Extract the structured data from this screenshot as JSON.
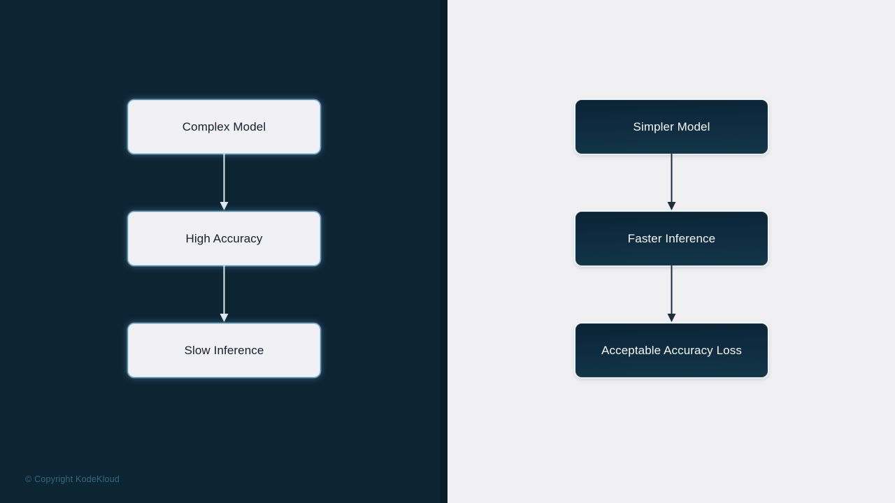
{
  "slide": {
    "background_left_color": "#0d2433",
    "background_right_color": "#f0eff2",
    "divider_color": "#0a1c28"
  },
  "left_panel": {
    "theme": "dark",
    "node_fill": "#f1f0f4",
    "node_text_color": "#18212b",
    "node_glow_color": "#b9ddf2",
    "arrow_color": "#dbe9f2",
    "nodes": [
      {
        "label": "Complex Model"
      },
      {
        "label": "High Accuracy"
      },
      {
        "label": "Slow Inference"
      }
    ],
    "connectors": [
      {
        "from": "Complex Model",
        "to": "High Accuracy",
        "icon": "down-arrow-icon"
      },
      {
        "from": "High Accuracy",
        "to": "Slow Inference",
        "icon": "down-arrow-icon"
      }
    ]
  },
  "right_panel": {
    "theme": "light",
    "node_fill_top": "#0b2335",
    "node_fill_bottom": "#123649",
    "node_text_color": "#f4f6f8",
    "arrow_color": "#1d2d3c",
    "nodes": [
      {
        "label": "Simpler Model"
      },
      {
        "label": "Faster Inference"
      },
      {
        "label": "Acceptable Accuracy Loss"
      }
    ],
    "connectors": [
      {
        "from": "Simpler Model",
        "to": "Faster Inference",
        "icon": "down-arrow-icon"
      },
      {
        "from": "Faster Inference",
        "to": "Acceptable Accuracy Loss",
        "icon": "down-arrow-icon"
      }
    ]
  },
  "footer": {
    "copyright": "© Copyright KodeKloud",
    "color": "#2f6b7d"
  }
}
